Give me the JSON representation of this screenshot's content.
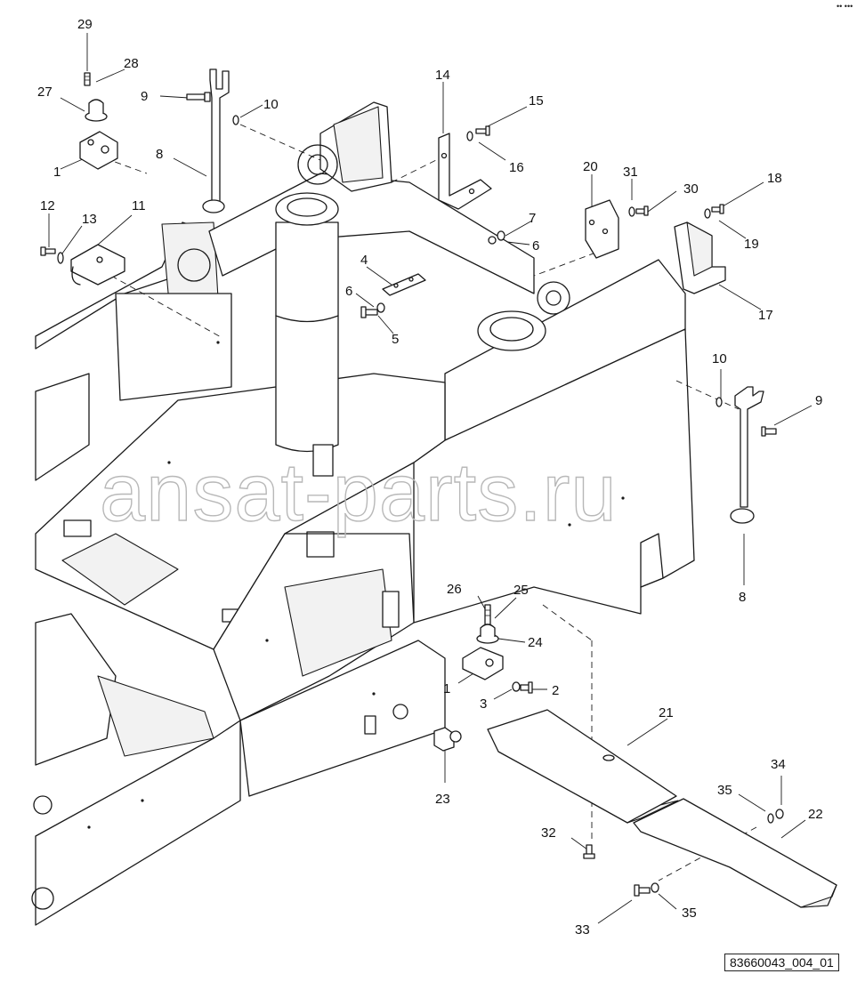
{
  "drawing": {
    "reference_number": "83660043_004_01",
    "watermark": "ansat-parts.ru",
    "corner_mark": "•• •••"
  },
  "callouts": {
    "c1a": "1",
    "c1b": "1",
    "c2": "2",
    "c3": "3",
    "c4": "4",
    "c5": "5",
    "c6a": "6",
    "c6b": "6",
    "c7": "7",
    "c8a": "8",
    "c8b": "8",
    "c9a": "9",
    "c9b": "9",
    "c10a": "10",
    "c10b": "10",
    "c11": "11",
    "c12": "12",
    "c13": "13",
    "c14": "14",
    "c15": "15",
    "c16": "16",
    "c17": "17",
    "c18": "18",
    "c19": "19",
    "c20": "20",
    "c21": "21",
    "c22": "22",
    "c23": "23",
    "c24": "24",
    "c25": "25",
    "c26": "26",
    "c27": "27",
    "c28": "28",
    "c29": "29",
    "c30": "30",
    "c31": "31",
    "c32": "32",
    "c33": "33",
    "c34": "34",
    "c35a": "35",
    "c35b": "35"
  }
}
